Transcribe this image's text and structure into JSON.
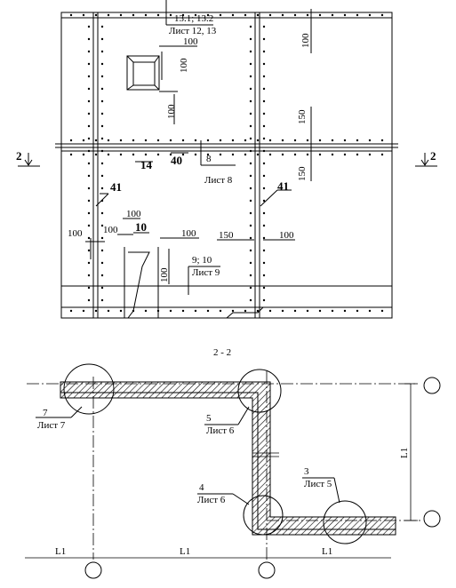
{
  "elevation": {
    "section_marker_left": "2",
    "section_marker_right": "2",
    "callouts": {
      "top_ref": "13.1; 13.2",
      "top_sheet": "Лист 12, 13",
      "mid_ref": "8",
      "mid_sheet": "Лист 8",
      "bottom_ref": "9; 10",
      "bottom_sheet": "Лист 9"
    },
    "marks": {
      "m14": "14",
      "m40": "40",
      "m41_left": "41",
      "m41_right": "41",
      "m10": "10"
    },
    "dims": {
      "d100_top_right": "100",
      "d100_window_top": "100",
      "d100_window_side": "100",
      "d100_window_below": "100",
      "d150_right_upper": "150",
      "d150_right_lower": "150",
      "d100_lower_a": "100",
      "d100_lower_b": "100",
      "d100_lower_c": "100",
      "d100_lower_d": "100",
      "d100_lower_e": "100",
      "d150_lower": "150",
      "d100_lower_f": "100"
    }
  },
  "section": {
    "title": "2 - 2",
    "callouts": {
      "c7_ref": "7",
      "c7_sheet": "Лист 7",
      "c5_ref": "5",
      "c5_sheet": "Лист 6",
      "c4_ref": "4",
      "c4_sheet": "Лист 6",
      "c3_ref": "3",
      "c3_sheet": "Лист 5"
    },
    "dims": {
      "l1_a": "L1",
      "l1_b": "L1",
      "l1_c": "L1",
      "l1_vertical": "L1"
    }
  }
}
